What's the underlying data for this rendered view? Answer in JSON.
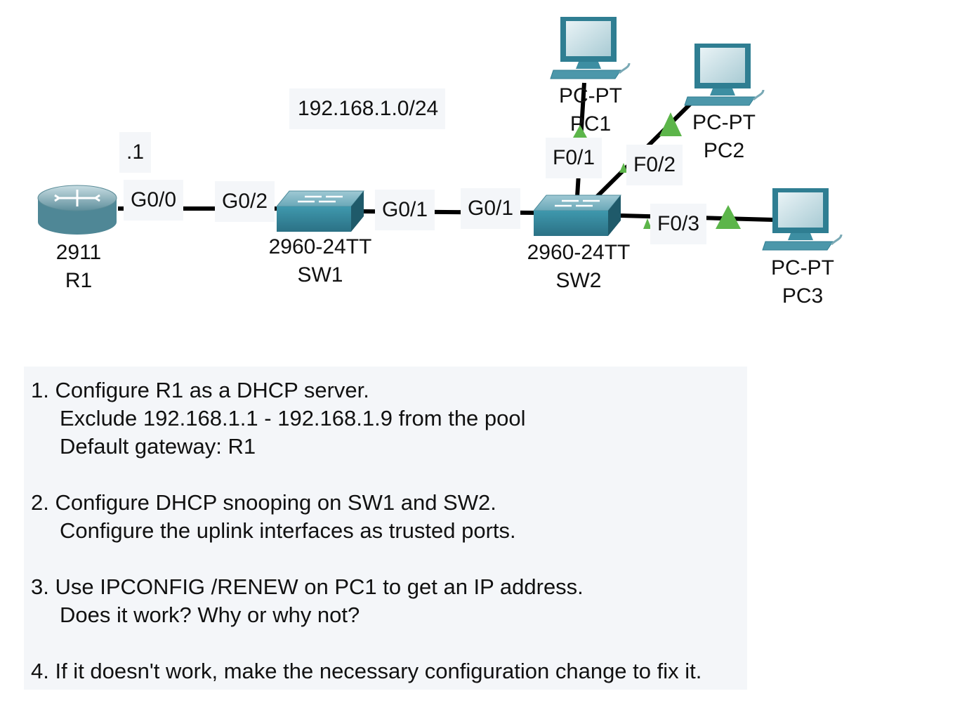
{
  "diagram": {
    "subnet_label": "192.168.1.0/24",
    "router_ip_suffix": ".1",
    "devices": {
      "r1": {
        "model": "2911",
        "name": "R1",
        "icon": "router-icon"
      },
      "sw1": {
        "model": "2960-24TT",
        "name": "SW1",
        "icon": "switch-icon"
      },
      "sw2": {
        "model": "2960-24TT",
        "name": "SW2",
        "icon": "switch-icon"
      },
      "pc1": {
        "model": "PC-PT",
        "name": "PC1",
        "icon": "pc-icon"
      },
      "pc2": {
        "model": "PC-PT",
        "name": "PC2",
        "icon": "pc-icon"
      },
      "pc3": {
        "model": "PC-PT",
        "name": "PC3",
        "icon": "pc-icon"
      }
    },
    "ports": {
      "r1_g00": "G0/0",
      "sw1_g02": "G0/2",
      "sw1_g01": "G0/1",
      "sw2_g01": "G0/1",
      "sw2_f01": "F0/1",
      "sw2_f02": "F0/2",
      "sw2_f03": "F0/3"
    },
    "colors": {
      "link": "#000000",
      "link_up_indicator": "#5cb54a",
      "label_background": "#f4f6f9",
      "device_teal": "#3a8ea3"
    }
  },
  "tasks": [
    {
      "lines": [
        "1. Configure R1 as a DHCP server.",
        "Exclude 192.168.1.1 - 192.168.1.9 from the pool",
        "Default gateway: R1"
      ]
    },
    {
      "lines": [
        "2. Configure DHCP snooping on SW1 and SW2.",
        "Configure the uplink interfaces as trusted ports."
      ]
    },
    {
      "lines": [
        "3. Use IPCONFIG /RENEW on PC1 to get an IP address.",
        "Does it work?  Why or why not?"
      ]
    },
    {
      "lines": [
        "4. If it doesn't work, make the necessary configuration change to fix it."
      ]
    }
  ]
}
